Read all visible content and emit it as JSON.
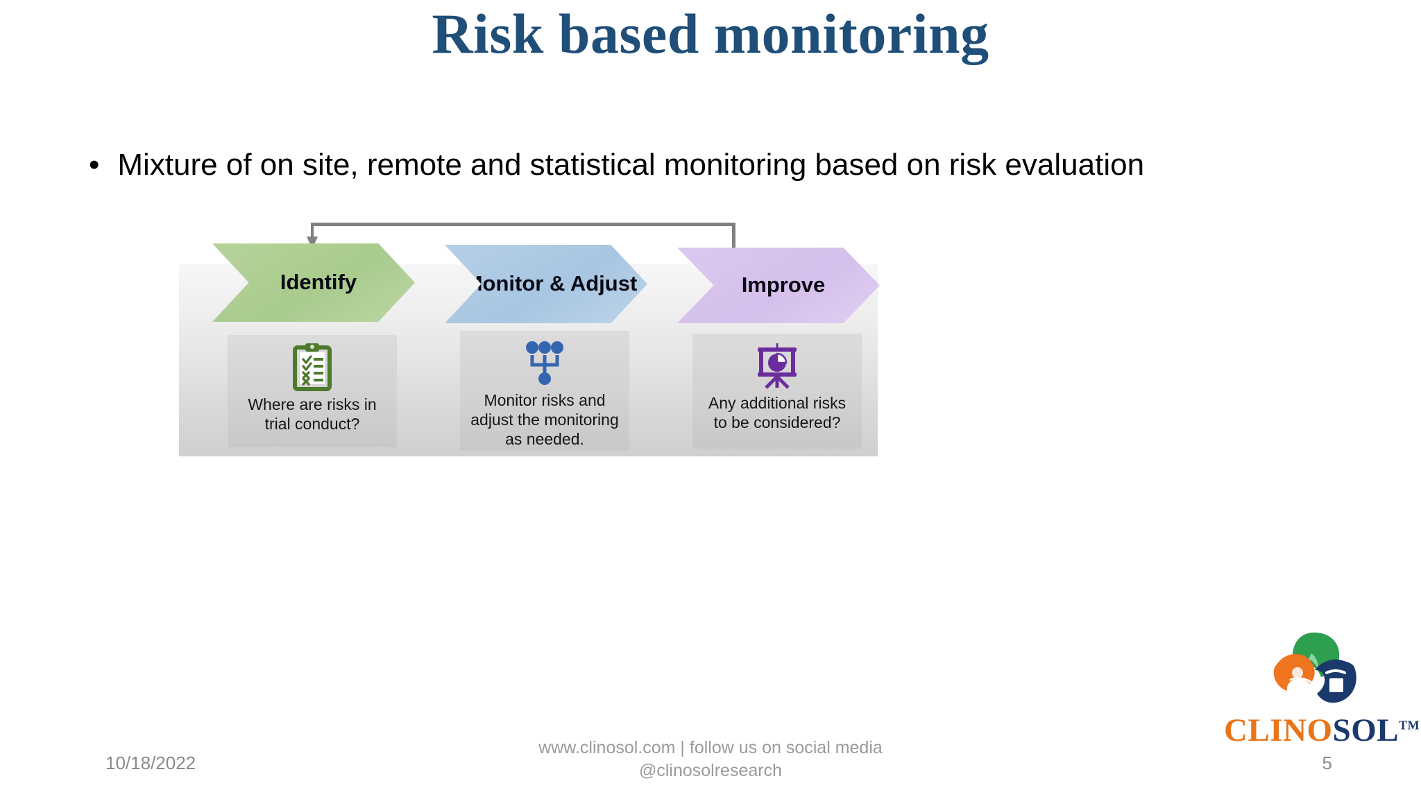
{
  "slide": {
    "title": "Risk based monitoring",
    "title_color": "#1f4e79",
    "page_number": "5"
  },
  "bullets": [
    {
      "marker": "•",
      "text": "Mixture of on site, remote and statistical monitoring based on risk evaluation"
    }
  ],
  "diagram": {
    "type": "process-flow-chevrons",
    "loop_arrow": {
      "name": "feedback-loop-arrow",
      "direction": "right-to-left",
      "from_step": "Improve",
      "to_step": "Identify",
      "color": "#808080"
    },
    "steps": [
      {
        "label": "Identify",
        "chevron_color": "#a9cb8d",
        "icon": "clipboard-checklist-icon",
        "icon_color": "#4e7a2e",
        "caption": "Where are risks in trial conduct?"
      },
      {
        "label": "Monitor & Adjust",
        "chevron_color": "#a8c6e2",
        "icon": "org-hierarchy-icon",
        "icon_color": "#3465b0",
        "caption": "Monitor risks and adjust the monitoring as needed."
      },
      {
        "label": "Improve",
        "chevron_color": "#d5bfec",
        "icon": "presentation-pie-chart-icon",
        "icon_color": "#6b2d9e",
        "caption": "Any additional risks to be considered?"
      }
    ]
  },
  "logo": {
    "name": "clinosol-logo",
    "word_part_1": "CLINO",
    "word_part_2": "SOL",
    "trademark": "TM",
    "color_part_1": "#e8751a",
    "color_part_2": "#1b3a6b",
    "mark_colors": {
      "green": "#2e9e4f",
      "orange": "#ef7521",
      "navy": "#1b3a6b"
    }
  },
  "footer": {
    "date": "10/18/2022",
    "center_line_1": "www.clinosol.com | follow us on social media",
    "center_line_2": "@clinosolresearch",
    "page_number": "5"
  }
}
